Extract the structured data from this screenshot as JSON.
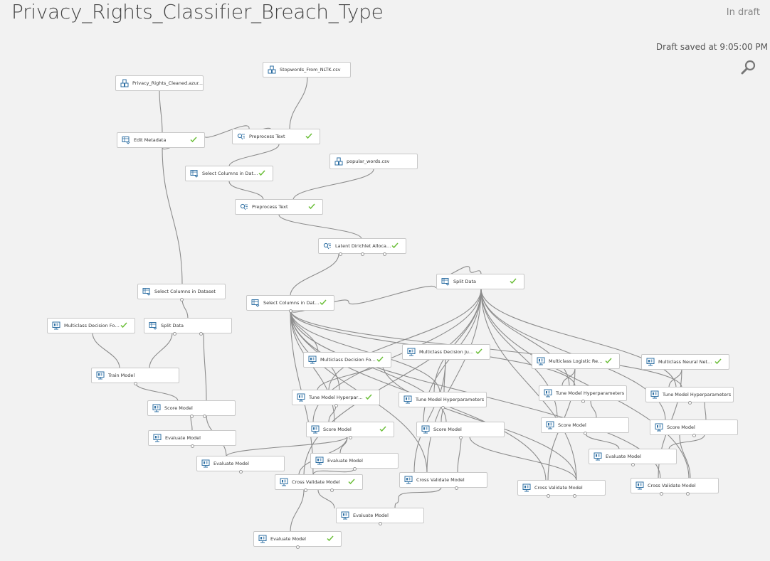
{
  "experiment": {
    "title": "Privacy_Rights_Classifier_Breach_Type",
    "status": "In draft",
    "saved": "Draft saved at 9:05:00 PM"
  },
  "colors": {
    "background": "#f2f2f2",
    "node_border": "#c8c8c8",
    "connector": "#8c8c8c",
    "icon_blue": "#2e6fa3",
    "check_green": "#6cbf3a"
  },
  "nodes": [
    {
      "id": "n1",
      "label": "Privacy_Rights_Cleaned.azur...",
      "icon": "dataset-icon",
      "check": false
    },
    {
      "id": "n2",
      "label": "Stopwords_From_NLTK.csv",
      "icon": "dataset-icon",
      "check": false
    },
    {
      "id": "n3",
      "label": "Edit Metadata",
      "icon": "table-icon",
      "check": true
    },
    {
      "id": "n4",
      "label": "Preprocess Text",
      "icon": "text-icon",
      "check": true
    },
    {
      "id": "n5",
      "label": "popular_words.csv",
      "icon": "dataset-icon",
      "check": false
    },
    {
      "id": "n6",
      "label": "Select Columns in Dataset",
      "icon": "table-icon",
      "check": true
    },
    {
      "id": "n7",
      "label": "Preprocess Text",
      "icon": "text-icon",
      "check": true
    },
    {
      "id": "n8",
      "label": "Latent Dirichlet Allocation",
      "icon": "text-icon",
      "check": true
    },
    {
      "id": "n9",
      "label": "Split Data",
      "icon": "table-icon",
      "check": true
    },
    {
      "id": "n10",
      "label": "Select Columns in Dataset",
      "icon": "table-icon",
      "check": false
    },
    {
      "id": "n11",
      "label": "Select Columns in Dataset",
      "icon": "table-icon",
      "check": true
    },
    {
      "id": "n12",
      "label": "Multiclass Decision Forest",
      "icon": "model-icon",
      "check": true
    },
    {
      "id": "n13",
      "label": "Split Data",
      "icon": "table-icon",
      "check": false
    },
    {
      "id": "n14",
      "label": "Multiclass Decision Forest",
      "icon": "model-icon",
      "check": true
    },
    {
      "id": "n15",
      "label": "Multiclass Decision Jungle",
      "icon": "model-icon",
      "check": true
    },
    {
      "id": "n16",
      "label": "Multiclass Logistic Regression",
      "icon": "model-icon",
      "check": true
    },
    {
      "id": "n17",
      "label": "Multiclass Neural Network",
      "icon": "model-icon",
      "check": true
    },
    {
      "id": "n18",
      "label": "Train Model",
      "icon": "model-icon",
      "check": false
    },
    {
      "id": "n19",
      "label": "Tune Model Hyperparameters",
      "icon": "model-icon",
      "check": true
    },
    {
      "id": "n20",
      "label": "Tune Model Hyperparameters",
      "icon": "model-icon",
      "check": false
    },
    {
      "id": "n21",
      "label": "Tune Model Hyperparameters",
      "icon": "model-icon",
      "check": false
    },
    {
      "id": "n22",
      "label": "Tune Model Hyperparameters",
      "icon": "model-icon",
      "check": false
    },
    {
      "id": "n23",
      "label": "Score Model",
      "icon": "model-icon",
      "check": false
    },
    {
      "id": "n24",
      "label": "Score Model",
      "icon": "model-icon",
      "check": true
    },
    {
      "id": "n25",
      "label": "Score Model",
      "icon": "model-icon",
      "check": false
    },
    {
      "id": "n26",
      "label": "Score Model",
      "icon": "model-icon",
      "check": false
    },
    {
      "id": "n27",
      "label": "Score Model",
      "icon": "model-icon",
      "check": false
    },
    {
      "id": "n28",
      "label": "Evaluate Model",
      "icon": "model-icon",
      "check": false
    },
    {
      "id": "n29",
      "label": "Evaluate Model",
      "icon": "model-icon",
      "check": false
    },
    {
      "id": "n30",
      "label": "Evaluate Model",
      "icon": "model-icon",
      "check": false
    },
    {
      "id": "n31",
      "label": "Evaluate Model",
      "icon": "model-icon",
      "check": false
    },
    {
      "id": "n32",
      "label": "Cross Validate Model",
      "icon": "model-icon",
      "check": true
    },
    {
      "id": "n33",
      "label": "Cross Validate Model",
      "icon": "model-icon",
      "check": false
    },
    {
      "id": "n34",
      "label": "Cross Validate Model",
      "icon": "model-icon",
      "check": false
    },
    {
      "id": "n35",
      "label": "Cross Validate Model",
      "icon": "model-icon",
      "check": false
    },
    {
      "id": "n36",
      "label": "Evaluate Model",
      "icon": "model-icon",
      "check": false
    },
    {
      "id": "n37",
      "label": "Evaluate Model",
      "icon": "model-icon",
      "check": true
    }
  ]
}
